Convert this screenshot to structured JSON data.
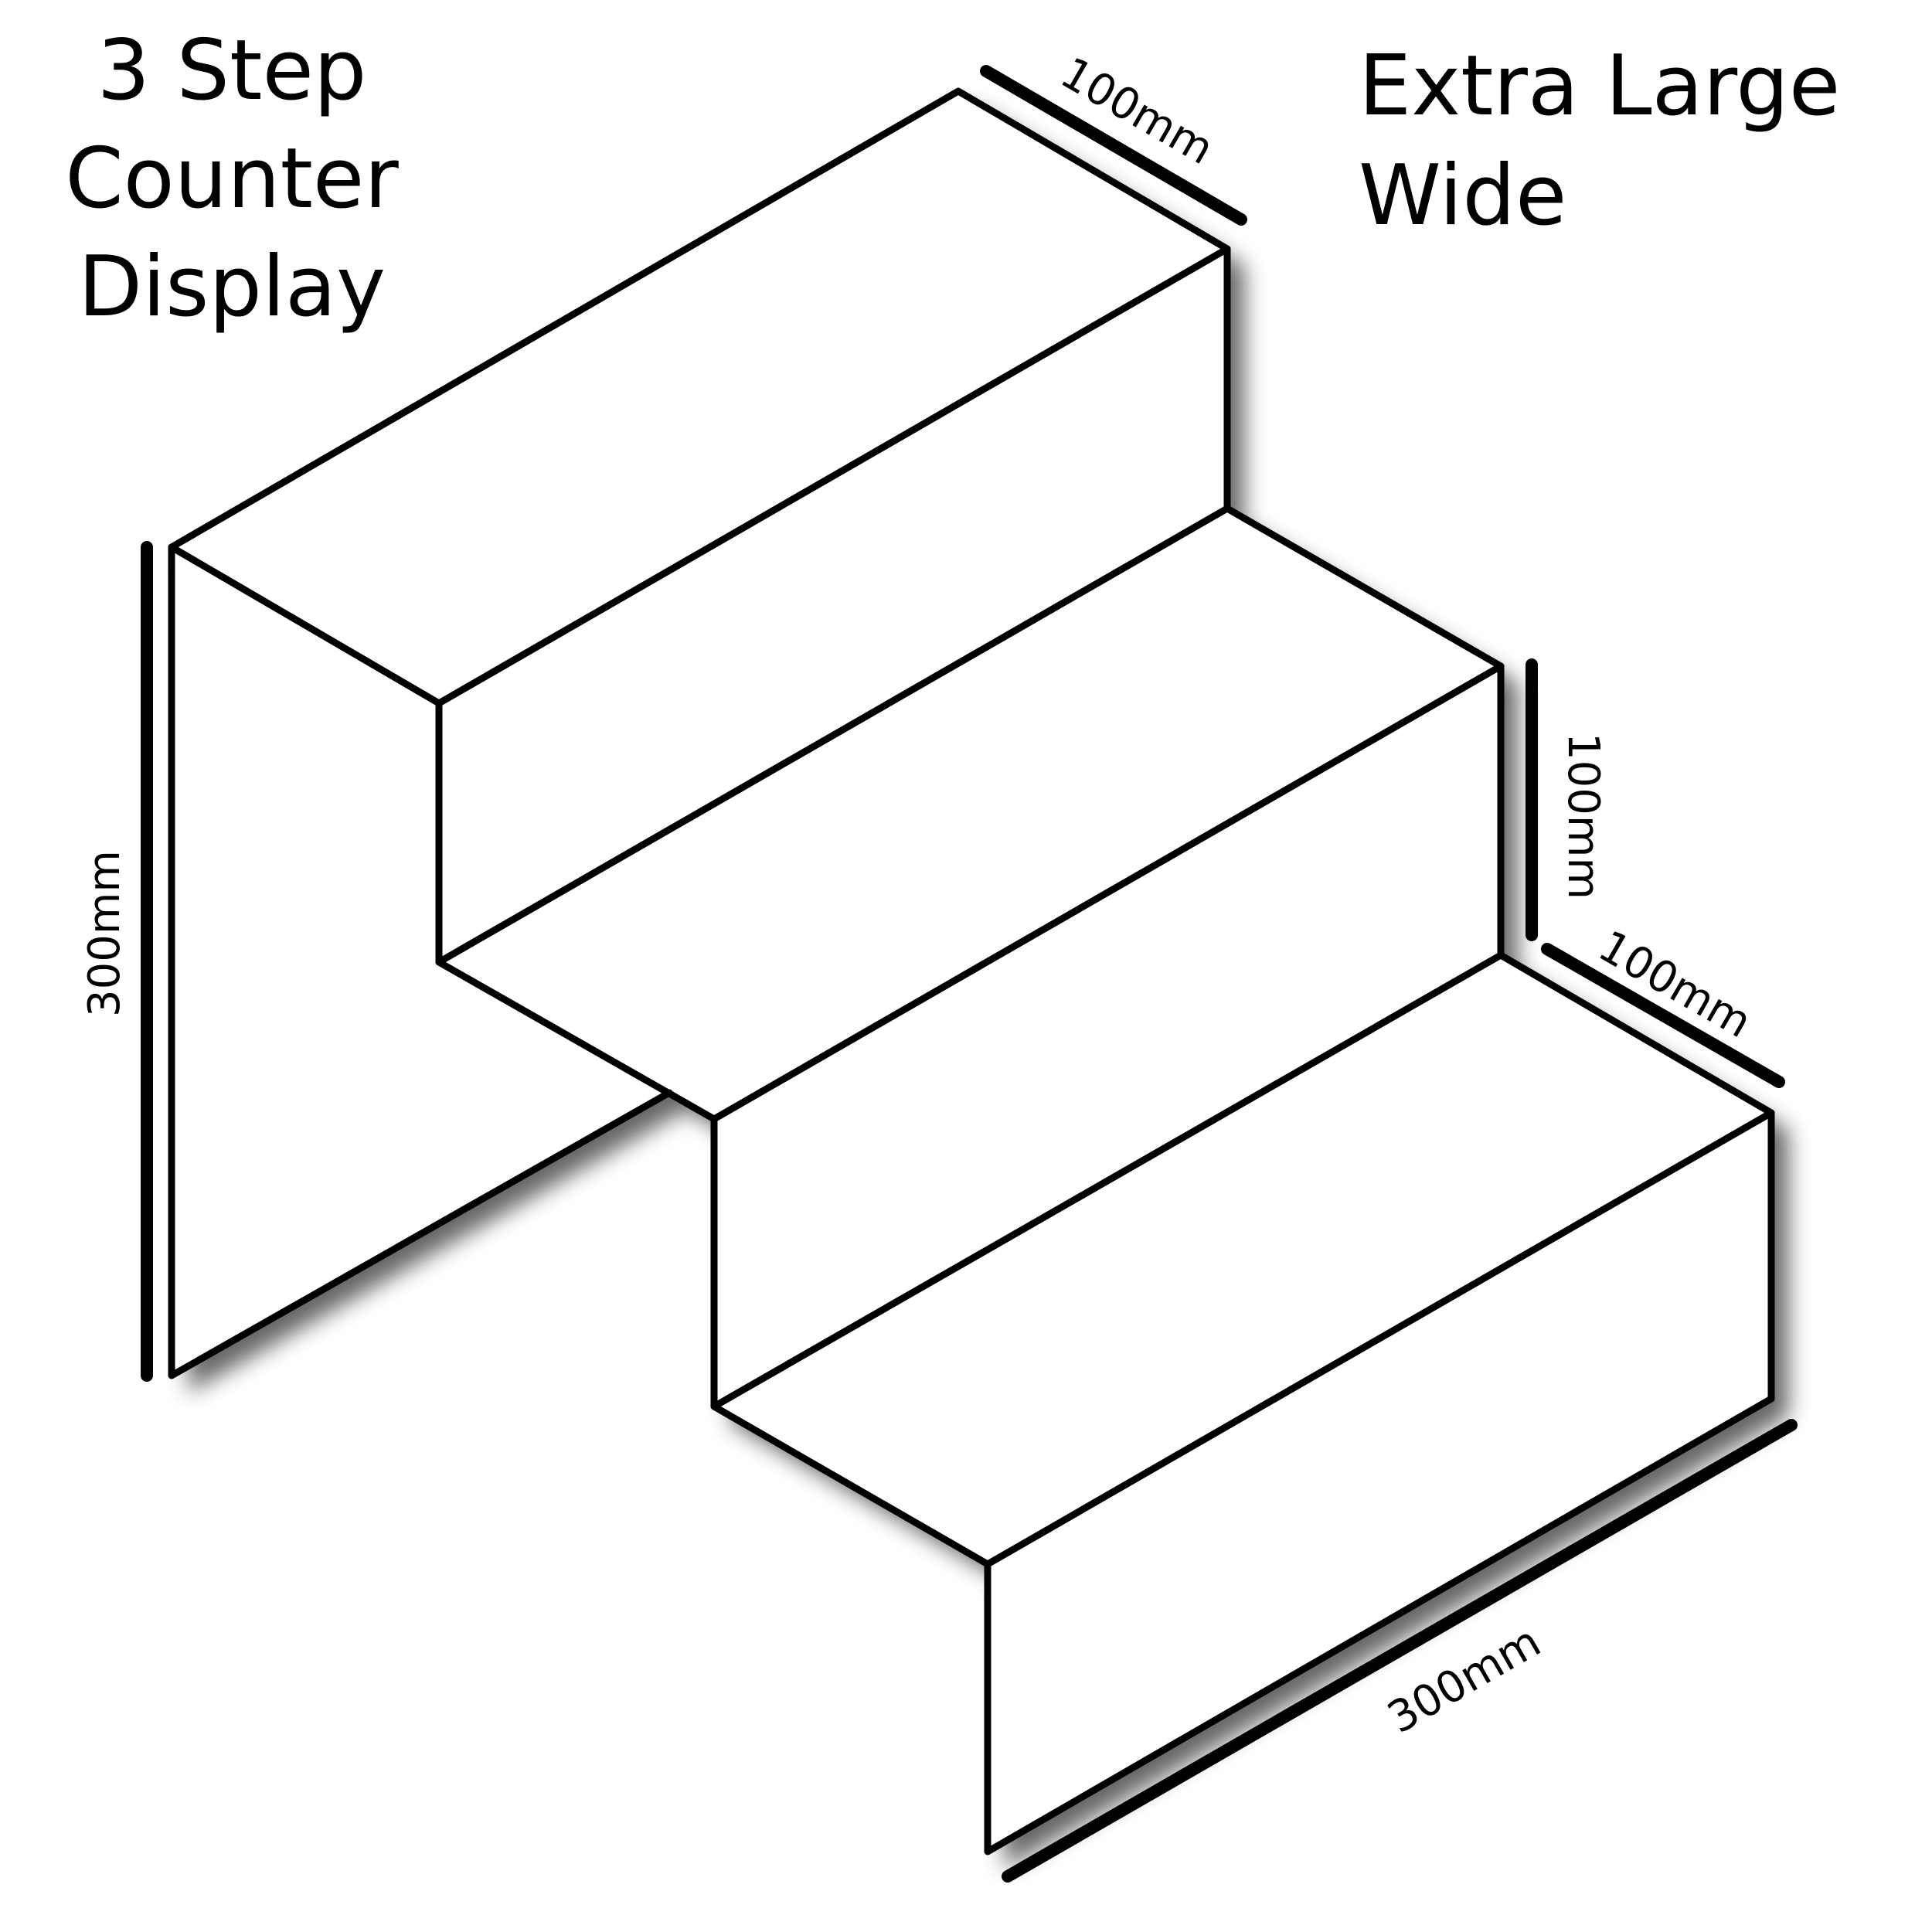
{
  "titles": {
    "left": [
      "3 Step",
      "Counter",
      "Display"
    ],
    "right": [
      "Extra Large",
      "Wide"
    ]
  },
  "dimensions": {
    "top_depth": "100mm",
    "height_total": "300mm",
    "step_height": "100mm",
    "step_depth": "100mm",
    "width": "300mm"
  },
  "colors": {
    "stroke": "#000000",
    "background": "#ffffff",
    "shadow": "#7a7a7a"
  }
}
